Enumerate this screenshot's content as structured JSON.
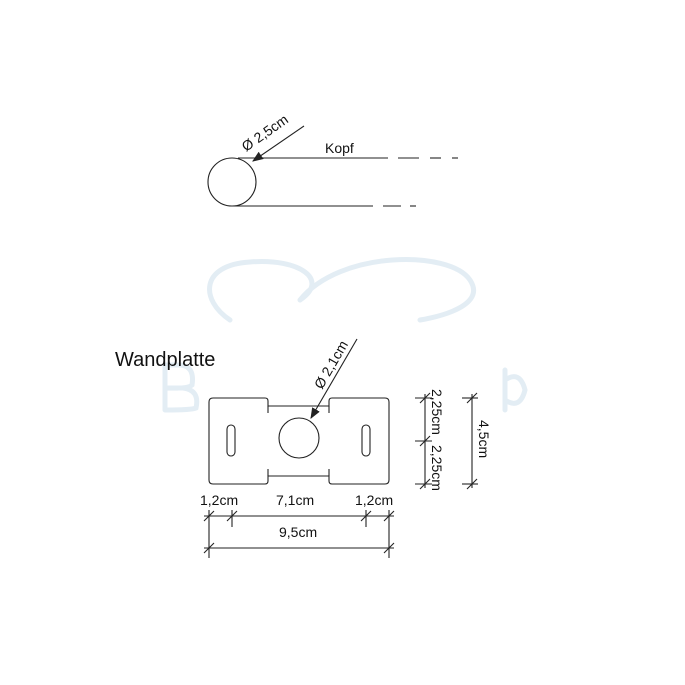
{
  "watermark": {
    "text": "Berenpap",
    "color": "#dfe9f1"
  },
  "head": {
    "label": "Kopf",
    "diameter": "Ø 2,5cm"
  },
  "plate": {
    "title": "Wandplatte",
    "hole_diameter": "Ø 2,1cm",
    "dims": {
      "left": "1,2cm",
      "middle": "7,1cm",
      "right": "1,2cm",
      "total_width": "9,5cm",
      "upper_half": "2,25cm",
      "lower_half": "2,25cm",
      "total_height": "4,5cm"
    }
  }
}
